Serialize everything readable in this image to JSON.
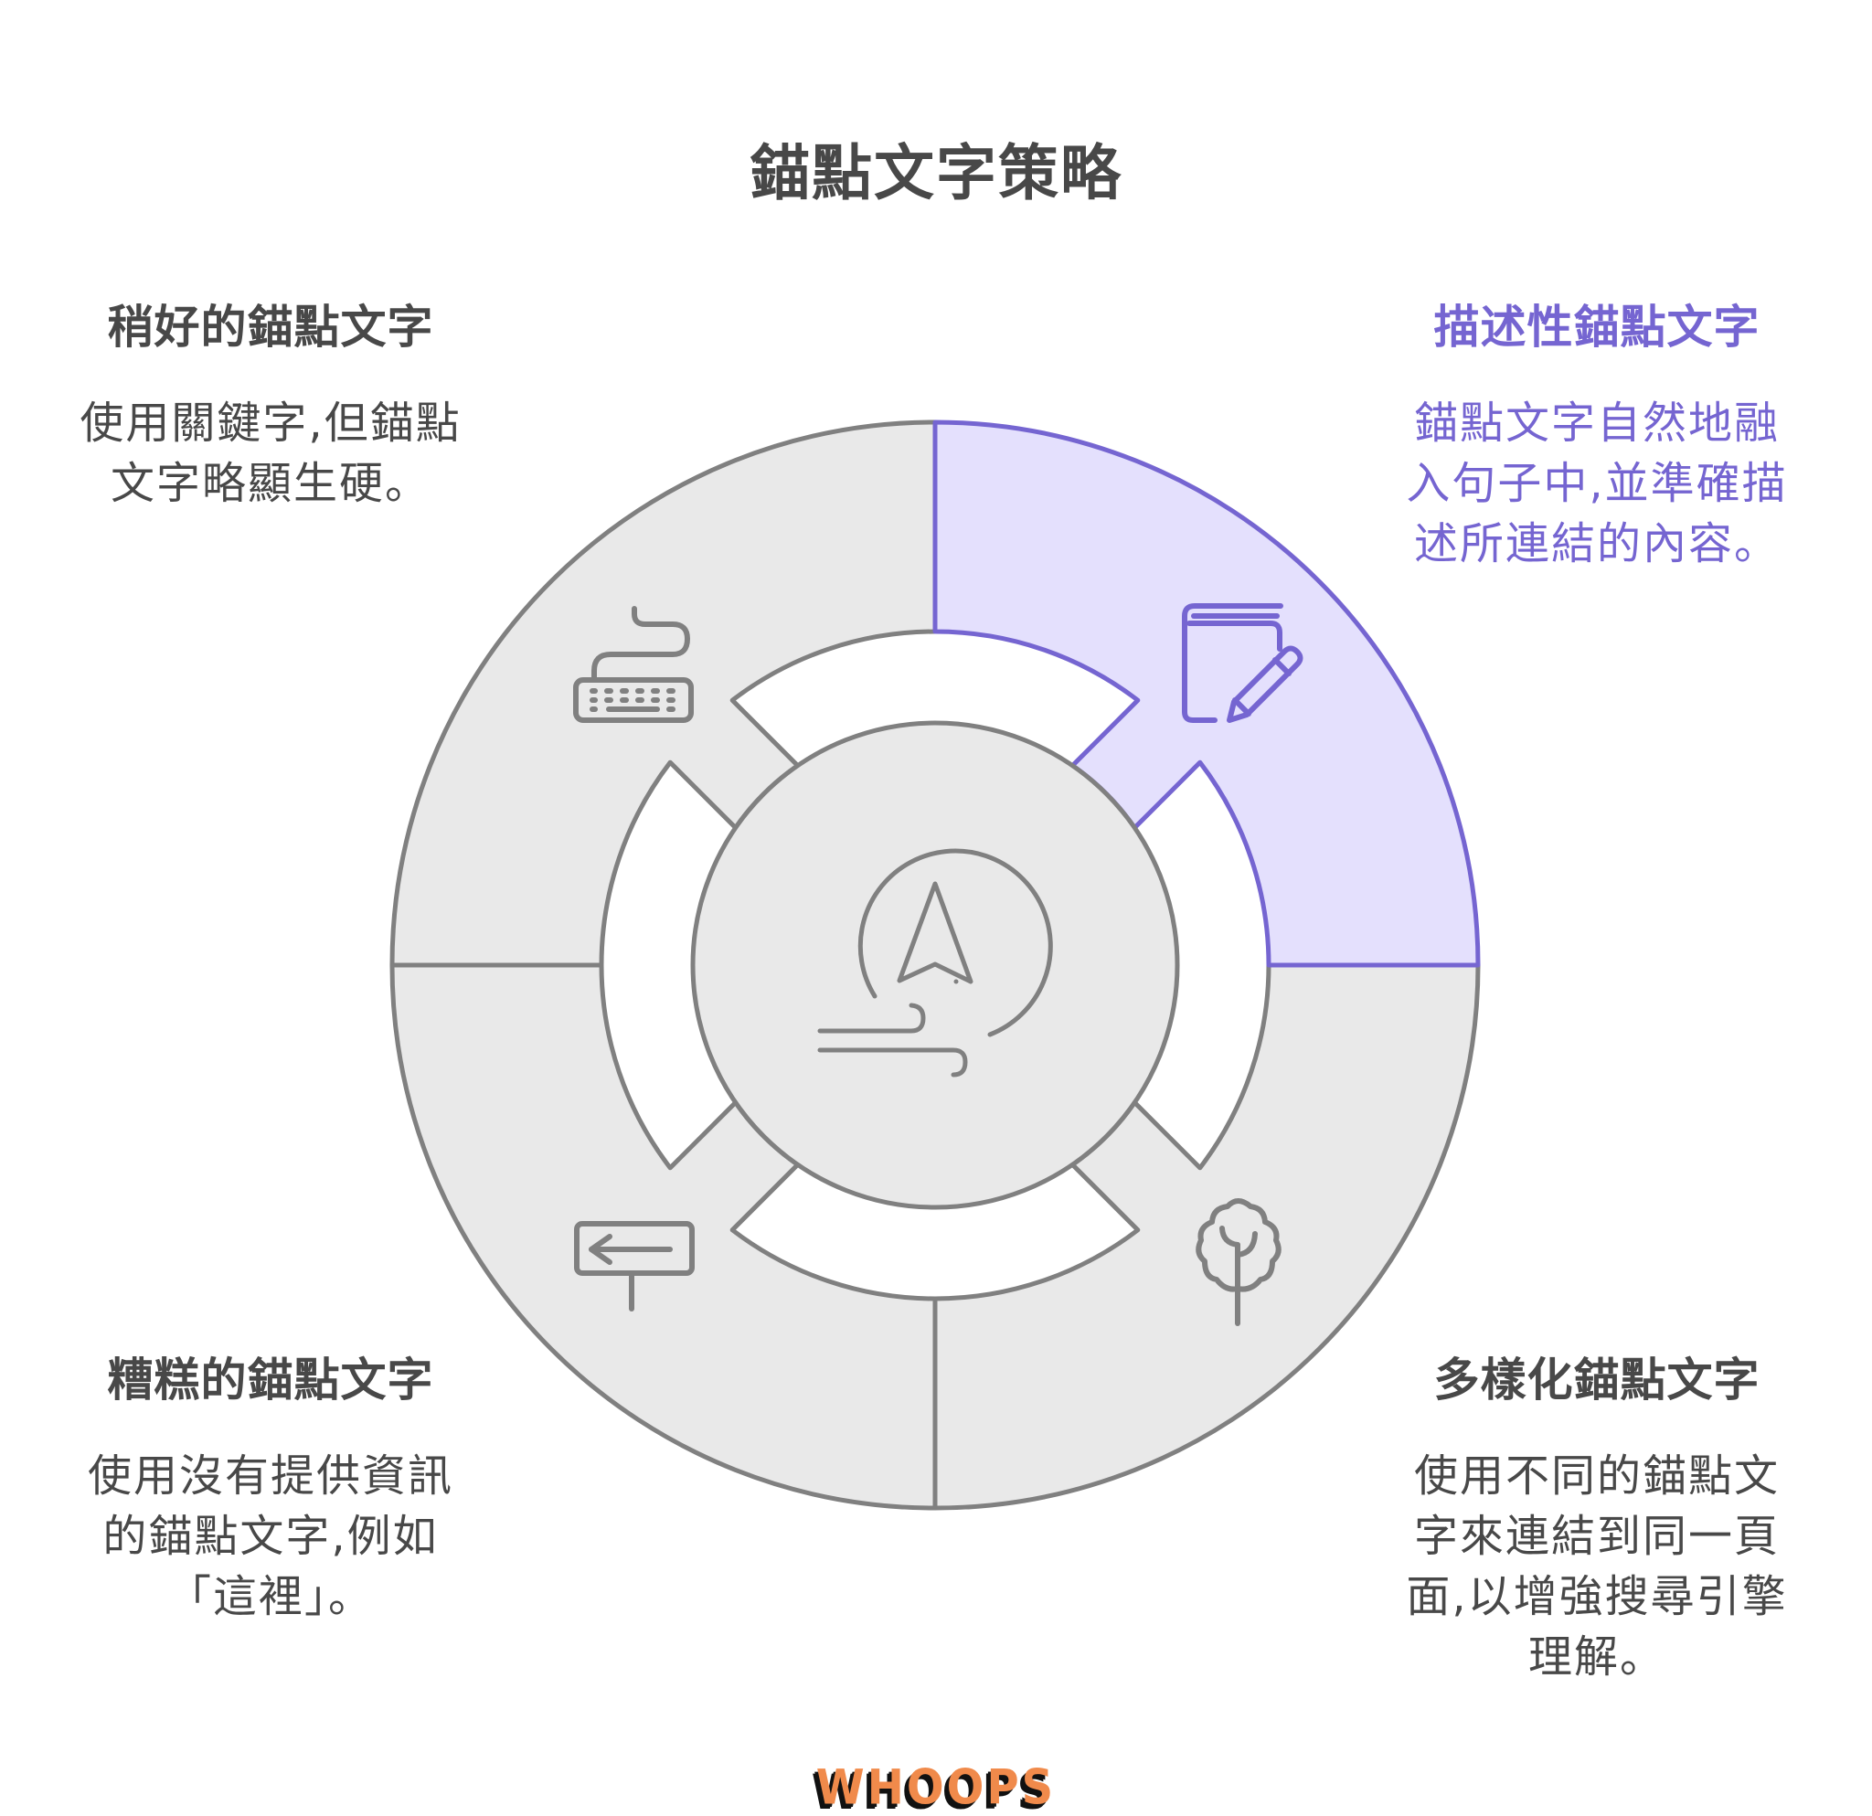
{
  "title": "錨點文字策略",
  "colors": {
    "text": "#484848",
    "accent": "#7565d1",
    "accent_fill": "#e4e0fd",
    "sector_fill": "#e9e9e9",
    "stroke": "#808080",
    "background": "#ffffff"
  },
  "quadrants": [
    {
      "position": "top-left",
      "heading": "稍好的錨點文字",
      "body_lines": [
        "使用關鍵字,但錨點",
        "文字略顯生硬。"
      ],
      "icon": "keyboard-icon",
      "highlighted": false
    },
    {
      "position": "top-right",
      "heading": "描述性錨點文字",
      "body_lines": [
        "錨點文字自然地融",
        "入句子中,並準確描",
        "述所連結的內容。"
      ],
      "icon": "book-pencil-icon",
      "highlighted": true
    },
    {
      "position": "bottom-left",
      "heading": "糟糕的錨點文字",
      "body_lines": [
        "使用沒有提供資訊",
        "的錨點文字,例如",
        "「這裡」。"
      ],
      "icon": "signpost-arrow-left-icon",
      "highlighted": false
    },
    {
      "position": "bottom-right",
      "heading": "多樣化錨點文字",
      "body_lines": [
        "使用不同的錨點文",
        "字來連結到同一頁",
        "面,以增強搜尋引擎",
        "理解。"
      ],
      "icon": "tree-icon",
      "highlighted": false
    }
  ],
  "center": {
    "icon": "compass-navigation-wind-icon"
  },
  "footer": {
    "logo": "WHOOPS"
  }
}
